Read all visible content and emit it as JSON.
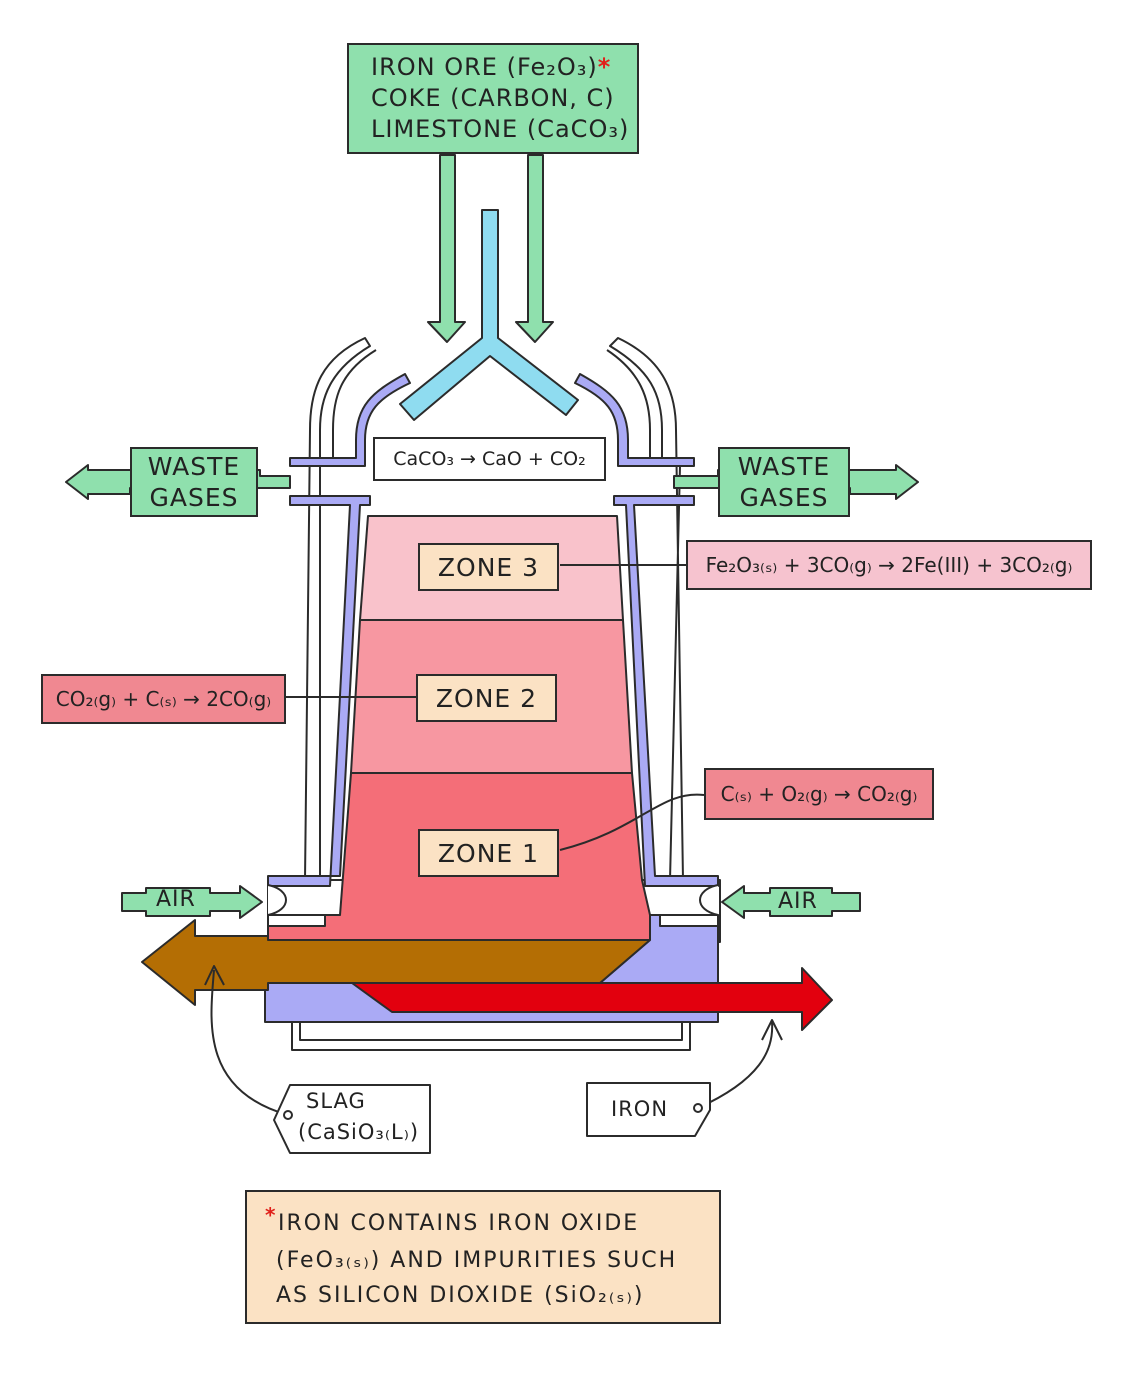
{
  "feed": {
    "line1": "IRON ORE (Fe₂O₃)",
    "line1_mark": "*",
    "line2": "COKE (CARBON, C)",
    "line3": "LIMESTONE (CaCO₃)"
  },
  "top_reaction": "CaCO₃ → CaO + CO₂",
  "waste_left": {
    "line1": "WASTE",
    "line2": "GASES"
  },
  "waste_right": {
    "line1": "WASTE",
    "line2": "GASES"
  },
  "zones": {
    "zone3": "ZONE 3",
    "zone2": "ZONE 2",
    "zone1": "ZONE 1"
  },
  "reactions": {
    "zone3": "Fe₂O₃₍ₛ₎ + 3CO₍g₎ → 2Fe(III) + 3CO₂₍g₎",
    "zone2": "CO₂₍g₎ + C₍ₛ₎ → 2CO₍g₎",
    "zone1": "C₍ₛ₎ + O₂₍g₎ → CO₂₍g₎"
  },
  "air_left": "AIR",
  "air_right": "AIR",
  "slag": {
    "line1": "SLAG",
    "line2": "(CaSiO₃₍L₎)"
  },
  "iron": "IRON",
  "footnote": {
    "mark": "*",
    "line1": "IRON CONTAINS IRON OXIDE",
    "line2": "(FeO₃₍ₛ₎) AND IMPURITIES SUCH",
    "line3": "AS SILICON DIOXIDE (SiO₂₍ₛ₎)"
  },
  "colors": {
    "green": "#8fe0ad",
    "blue_pipe": "#8fdcf0",
    "lining": "#aaaaf5",
    "zone3": "#f9c2cb",
    "zone2": "#f797a1",
    "zone1": "#f46e78",
    "slag": "#b46e04",
    "iron": "#e2000e",
    "label_cream": "#fbe2c4"
  }
}
